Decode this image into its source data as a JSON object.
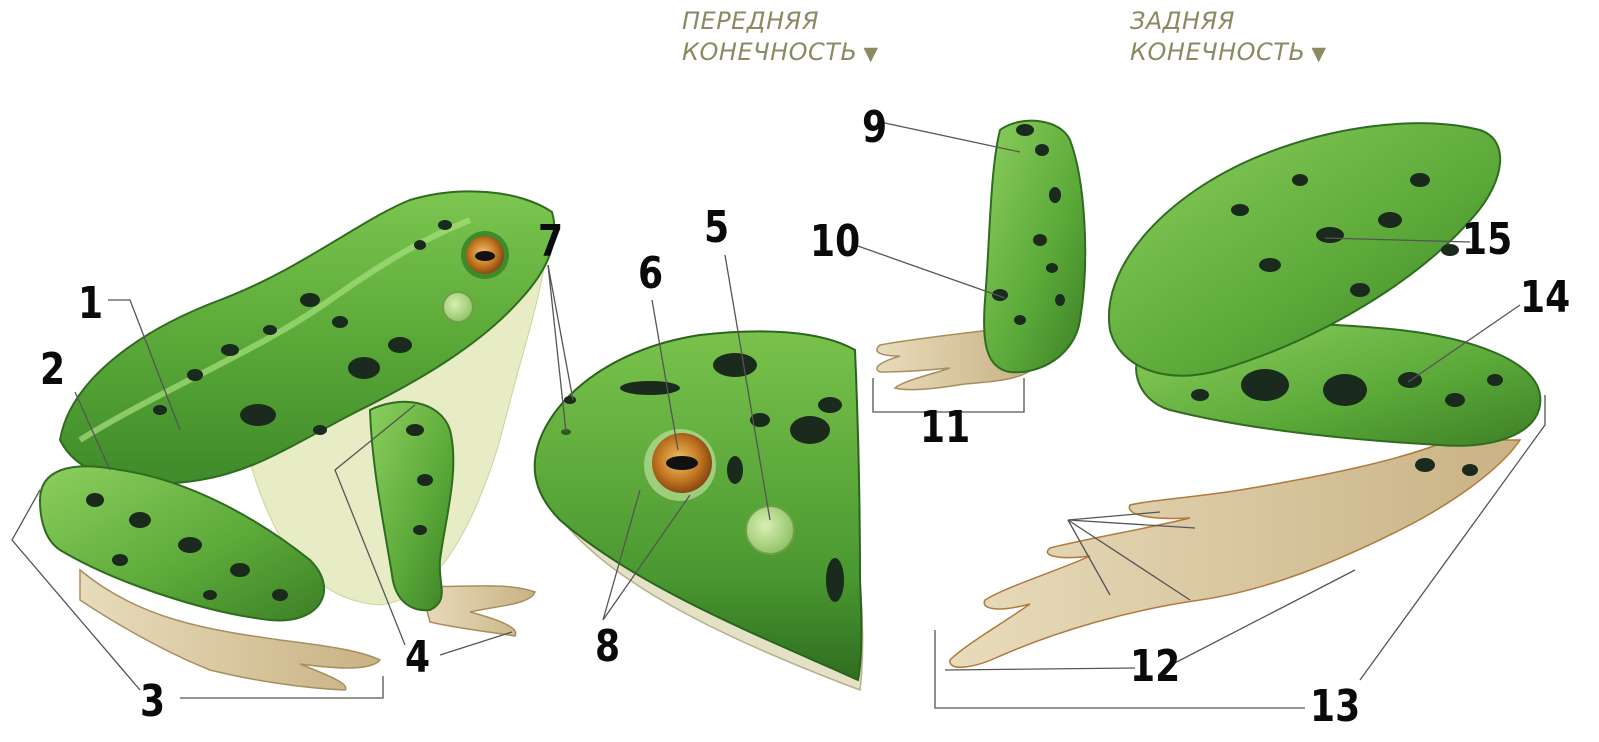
{
  "captions": {
    "forelimb": [
      "ПЕРЕДНЯЯ",
      "КОНЕЧНОСТЬ"
    ],
    "hindlimb": [
      "ЗАДНЯЯ",
      "КОНЕЧНОСТЬ"
    ],
    "arrow": "▼"
  },
  "labels": [
    "1",
    "2",
    "3",
    "4",
    "5",
    "6",
    "7",
    "8",
    "9",
    "10",
    "11",
    "12",
    "13",
    "14",
    "15"
  ],
  "colors": {
    "skin": "#5fae3c",
    "skin_light": "#8ed062",
    "skin_dark": "#3c8228",
    "spots": "#1a2a1c",
    "belly": "#e7ecc4",
    "toes": "#d9c9a2",
    "eye": "#b56a1c",
    "caption": "#8c8a62",
    "leader": "#555555"
  }
}
